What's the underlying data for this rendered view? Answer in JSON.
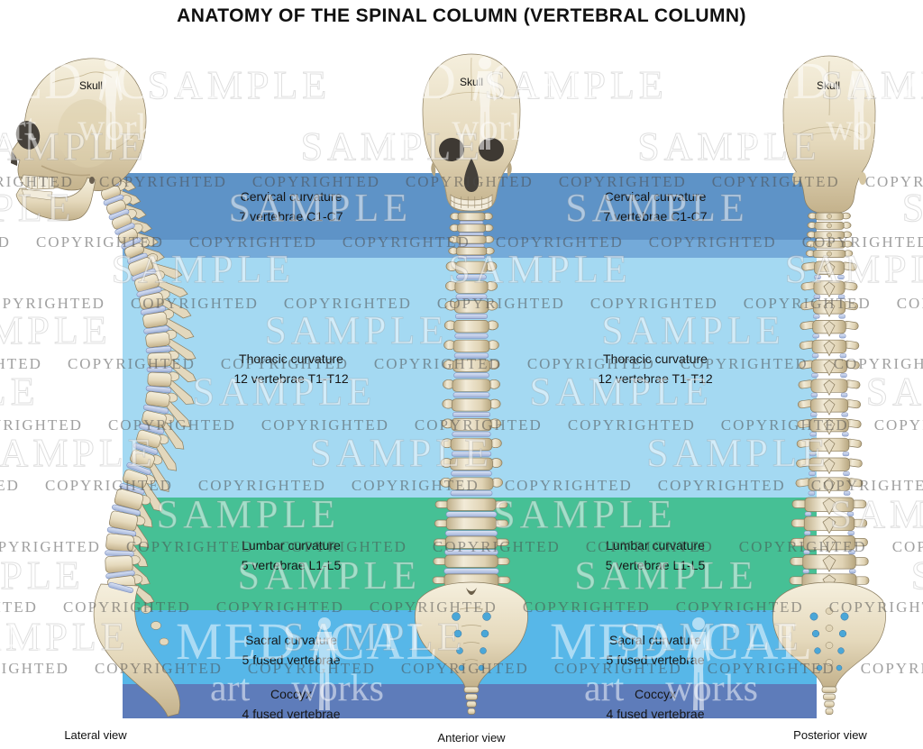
{
  "title": "ANATOMY OF THE SPINAL COLUMN (VERTEBRAL COLUMN)",
  "bands": [
    {
      "name": "Cervical",
      "color": "#5e93c7",
      "strip_color": "#74aad9",
      "label": "Cervical curvature",
      "sublabel": "7 vertebrae C1-C7"
    },
    {
      "name": "Thoracic",
      "color": "#a4d9f2",
      "label": "Thoracic curvature",
      "sublabel": "12 vertebrae T1-T12"
    },
    {
      "name": "Lumbar",
      "color": "#46c095",
      "label": "Lumbar curvature",
      "sublabel": "5 vertebrae L1-L5"
    },
    {
      "name": "Sacral",
      "color": "#57b7e8",
      "label": "Sacral curvature",
      "sublabel": "5 fused vertebrae"
    },
    {
      "name": "Coccyx",
      "color": "#5e7cba",
      "label": "Coccyx",
      "sublabel": "4 fused vertebrae"
    }
  ],
  "views": [
    {
      "label": "Lateral view",
      "skull_label": "Skull"
    },
    {
      "label": "Anterior view",
      "skull_label": "Skull"
    },
    {
      "label": "Posterior view",
      "skull_label": "Skull"
    }
  ],
  "watermarks": {
    "sample": "SAMPLE",
    "copyright": "COPYRIGHTED",
    "logo_med": "MED",
    "logo_cal": "CAL",
    "logo_art": "art",
    "logo_works": "works"
  }
}
